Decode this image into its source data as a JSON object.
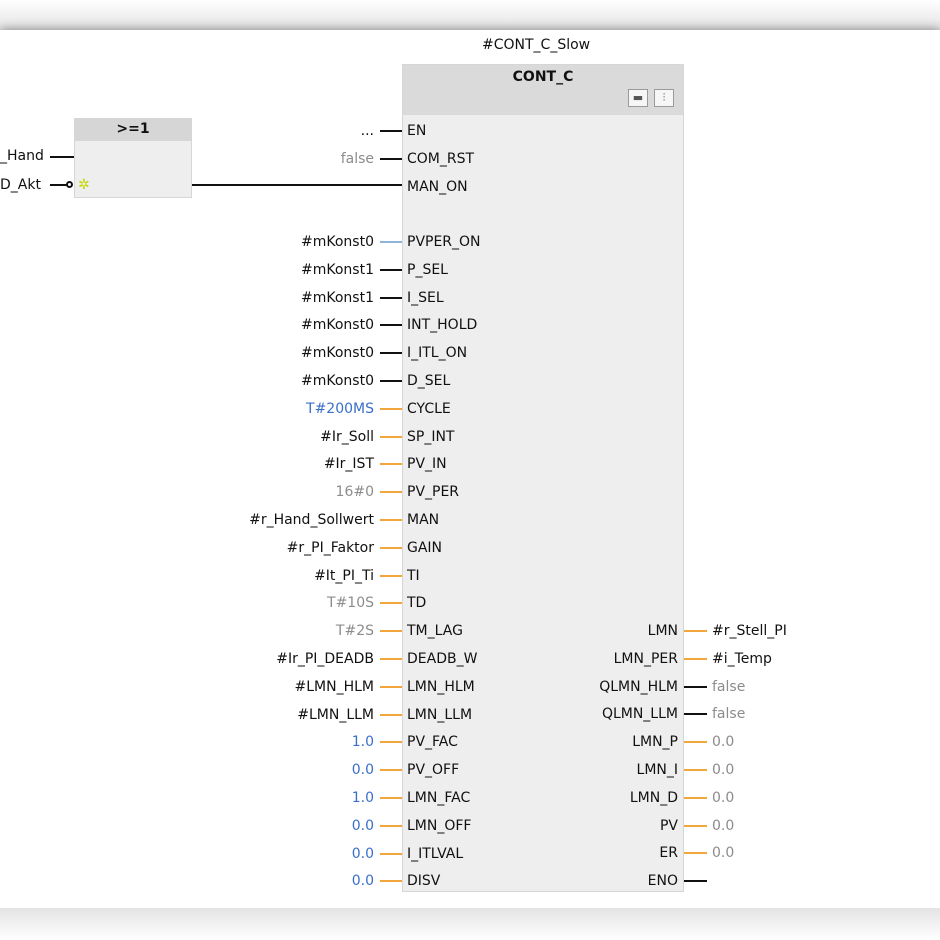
{
  "instance_name": "#CONT_C_Slow",
  "block": {
    "type": "CONT_C",
    "icons": [
      "lock-icon",
      "settings-icon"
    ],
    "inputs": [
      {
        "pin": "EN",
        "value": "...",
        "value_style": "black",
        "wire": "black"
      },
      {
        "pin": "COM_RST",
        "value": "false",
        "value_style": "gray",
        "wire": "black"
      },
      {
        "pin": "MAN_ON",
        "value": "",
        "value_style": "black",
        "wire": "black"
      },
      {
        "pin": "PVPER_ON",
        "value": "#mKonst0",
        "value_style": "black",
        "wire": "lightblue"
      },
      {
        "pin": "P_SEL",
        "value": "#mKonst1",
        "value_style": "black",
        "wire": "black"
      },
      {
        "pin": "I_SEL",
        "value": "#mKonst1",
        "value_style": "black",
        "wire": "black"
      },
      {
        "pin": "INT_HOLD",
        "value": "#mKonst0",
        "value_style": "black",
        "wire": "black"
      },
      {
        "pin": "I_ITL_ON",
        "value": "#mKonst0",
        "value_style": "black",
        "wire": "black"
      },
      {
        "pin": "D_SEL",
        "value": "#mKonst0",
        "value_style": "black",
        "wire": "black"
      },
      {
        "pin": "CYCLE",
        "value": "T#200MS",
        "value_style": "blue",
        "wire": "orange"
      },
      {
        "pin": "SP_INT",
        "value": "#Ir_Soll",
        "value_style": "black",
        "wire": "orange"
      },
      {
        "pin": "PV_IN",
        "value": "#Ir_IST",
        "value_style": "black",
        "wire": "orange"
      },
      {
        "pin": "PV_PER",
        "value": "16#0",
        "value_style": "gray",
        "wire": "orange"
      },
      {
        "pin": "MAN",
        "value": "#r_Hand_Sollwert",
        "value_style": "black",
        "wire": "orange"
      },
      {
        "pin": "GAIN",
        "value": "#r_PI_Faktor",
        "value_style": "black",
        "wire": "orange"
      },
      {
        "pin": "TI",
        "value": "#It_PI_Ti",
        "value_style": "black",
        "wire": "orange"
      },
      {
        "pin": "TD",
        "value": "T#10S",
        "value_style": "gray",
        "wire": "orange"
      },
      {
        "pin": "TM_LAG",
        "value": "T#2S",
        "value_style": "gray",
        "wire": "orange"
      },
      {
        "pin": "DEADB_W",
        "value": "#Ir_PI_DEADB",
        "value_style": "black",
        "wire": "orange"
      },
      {
        "pin": "LMN_HLM",
        "value": "#LMN_HLM",
        "value_style": "black",
        "wire": "orange"
      },
      {
        "pin": "LMN_LLM",
        "value": "#LMN_LLM",
        "value_style": "black",
        "wire": "orange"
      },
      {
        "pin": "PV_FAC",
        "value": "1.0",
        "value_style": "blue",
        "wire": "orange"
      },
      {
        "pin": "PV_OFF",
        "value": "0.0",
        "value_style": "blue",
        "wire": "orange"
      },
      {
        "pin": "LMN_FAC",
        "value": "1.0",
        "value_style": "blue",
        "wire": "orange"
      },
      {
        "pin": "LMN_OFF",
        "value": "0.0",
        "value_style": "blue",
        "wire": "orange"
      },
      {
        "pin": "I_ITLVAL",
        "value": "0.0",
        "value_style": "blue",
        "wire": "orange"
      },
      {
        "pin": "DISV",
        "value": "0.0",
        "value_style": "blue",
        "wire": "orange"
      }
    ],
    "outputs": [
      {
        "pin": "LMN",
        "value": "#r_Stell_PI",
        "value_style": "black",
        "wire": "orange"
      },
      {
        "pin": "LMN_PER",
        "value": "#i_Temp",
        "value_style": "black",
        "wire": "orange"
      },
      {
        "pin": "QLMN_HLM",
        "value": "false",
        "value_style": "gray",
        "wire": "black"
      },
      {
        "pin": "QLMN_LLM",
        "value": "false",
        "value_style": "gray",
        "wire": "black"
      },
      {
        "pin": "LMN_P",
        "value": "0.0",
        "value_style": "gray",
        "wire": "orange"
      },
      {
        "pin": "LMN_I",
        "value": "0.0",
        "value_style": "gray",
        "wire": "orange"
      },
      {
        "pin": "LMN_D",
        "value": "0.0",
        "value_style": "gray",
        "wire": "orange"
      },
      {
        "pin": "PV",
        "value": "0.0",
        "value_style": "gray",
        "wire": "orange"
      },
      {
        "pin": "ER",
        "value": "0.0",
        "value_style": "gray",
        "wire": "orange"
      },
      {
        "pin": "ENO",
        "value": "",
        "value_style": "black",
        "wire": "black"
      }
    ]
  },
  "or_block": {
    "title": ">=1",
    "inputs": [
      "_Hand",
      "D_Akt"
    ]
  },
  "colors": {
    "wire_orange": "#f2a63b",
    "wire_black": "#111111",
    "wire_lightblue": "#8fb4d8",
    "constant_blue": "#3a6fc7",
    "default_gray": "#8c8c8c",
    "block_fill": "#eeeeee",
    "block_header": "#dadada"
  }
}
